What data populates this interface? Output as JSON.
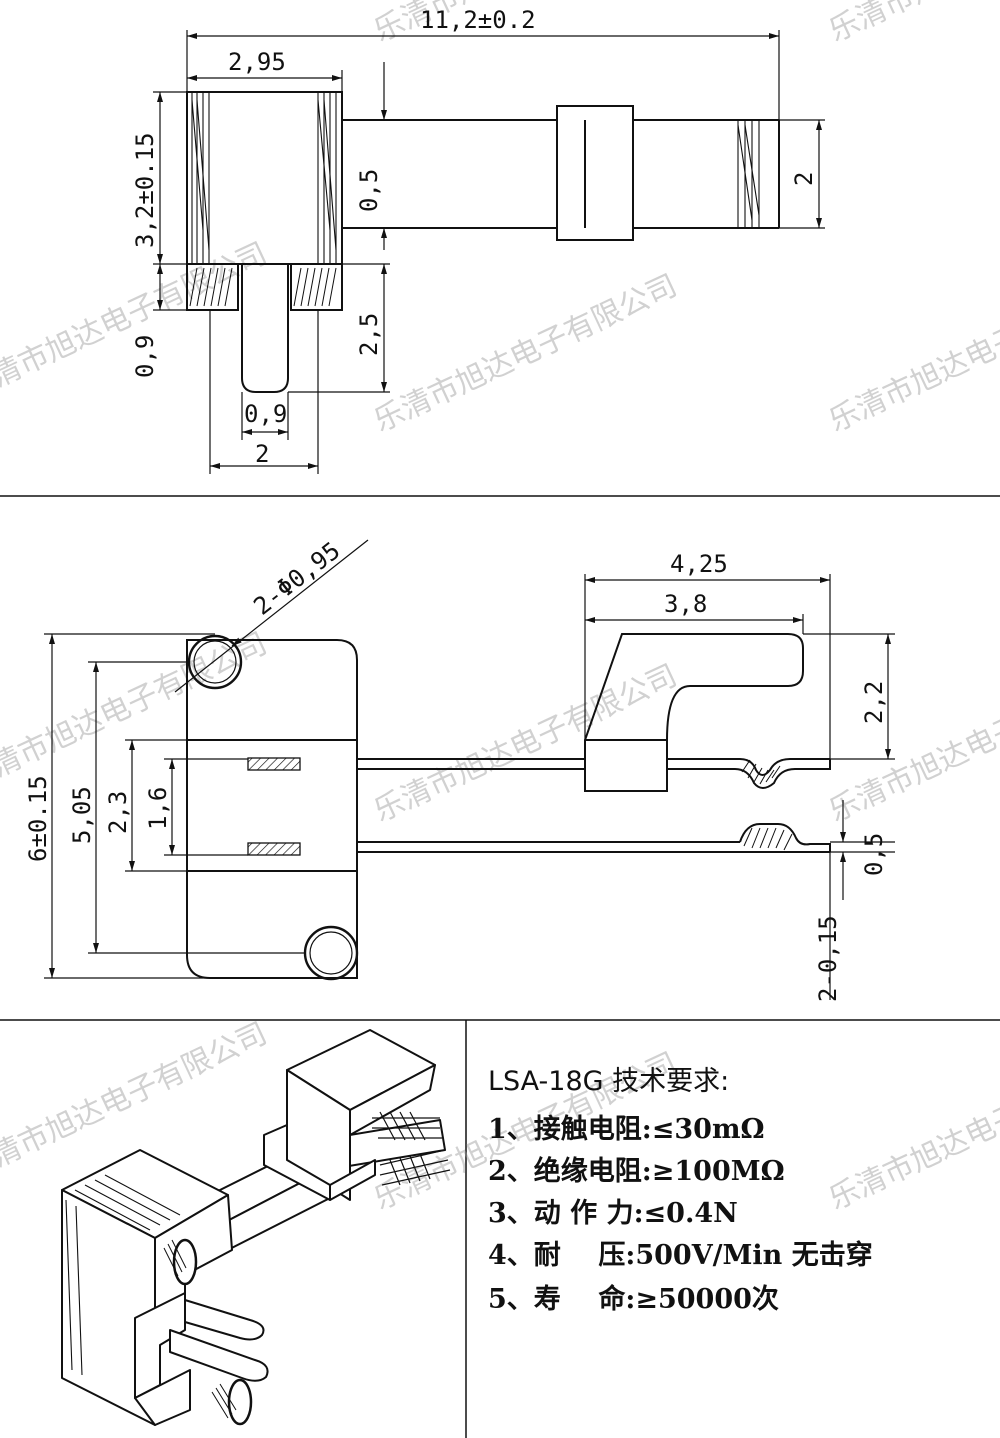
{
  "watermark": "乐清市旭达电子有限公司",
  "top_view": {
    "dims": {
      "overall_length": "11,2±0.2",
      "body_width": "2,95",
      "body_height": "3,2±0.15",
      "tab_thickness": "0,5",
      "tab_width": "2",
      "lower_left": "0,9",
      "pin_length": "2,5",
      "pin_width": "0,9",
      "pin_spacing": "2"
    }
  },
  "side_view": {
    "dims": {
      "holes": "2-Φ0,95",
      "overall_height": "6±0.15",
      "hole_spacing": "5,05",
      "window_height": "2,3",
      "slot_height": "1,6",
      "actuator_outer": "4,25",
      "actuator_inner": "3,8",
      "actuator_height": "2,2",
      "contact_thickness": "0,5",
      "contact_gap": "2-0,15"
    }
  },
  "specs": {
    "title": "LSA-18G 技术要求:",
    "items": [
      "1、接触电阻:≤30mΩ",
      "2、绝缘电阻:≥100MΩ",
      "3、动 作 力:≤0.4N",
      "4、耐    压:500V/Min 无击穿",
      "5、寿    命:≥50000次"
    ]
  }
}
